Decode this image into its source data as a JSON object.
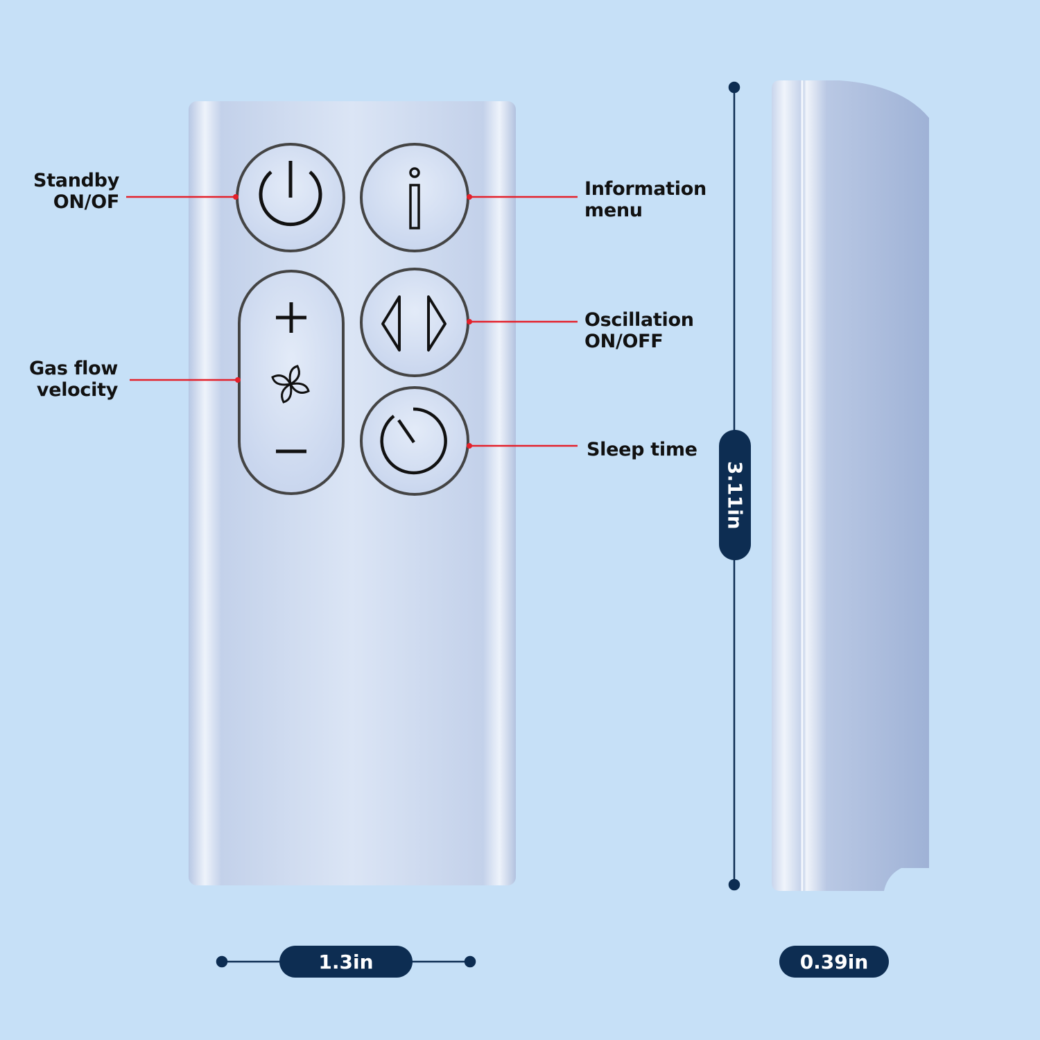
{
  "labels": {
    "standby": [
      "Standby",
      "ON/OF"
    ],
    "information": [
      "Information",
      "menu"
    ],
    "gas_flow": [
      "Gas flow",
      "velocity"
    ],
    "oscillation": [
      "Oscillation",
      "ON/OFF"
    ],
    "sleep": "Sleep time"
  },
  "dimensions": {
    "width": "1.3in",
    "height": "3.11in",
    "depth": "0.39in"
  },
  "buttons": [
    "power-icon",
    "info-icon",
    "plus-icon",
    "fan-icon",
    "minus-icon",
    "oscillation-icon",
    "timer-icon"
  ],
  "colors": {
    "background": "#c6e0f7",
    "pill": "#0d2d52",
    "leader": "#e4202a",
    "remote_body": "#c9d8ef"
  }
}
